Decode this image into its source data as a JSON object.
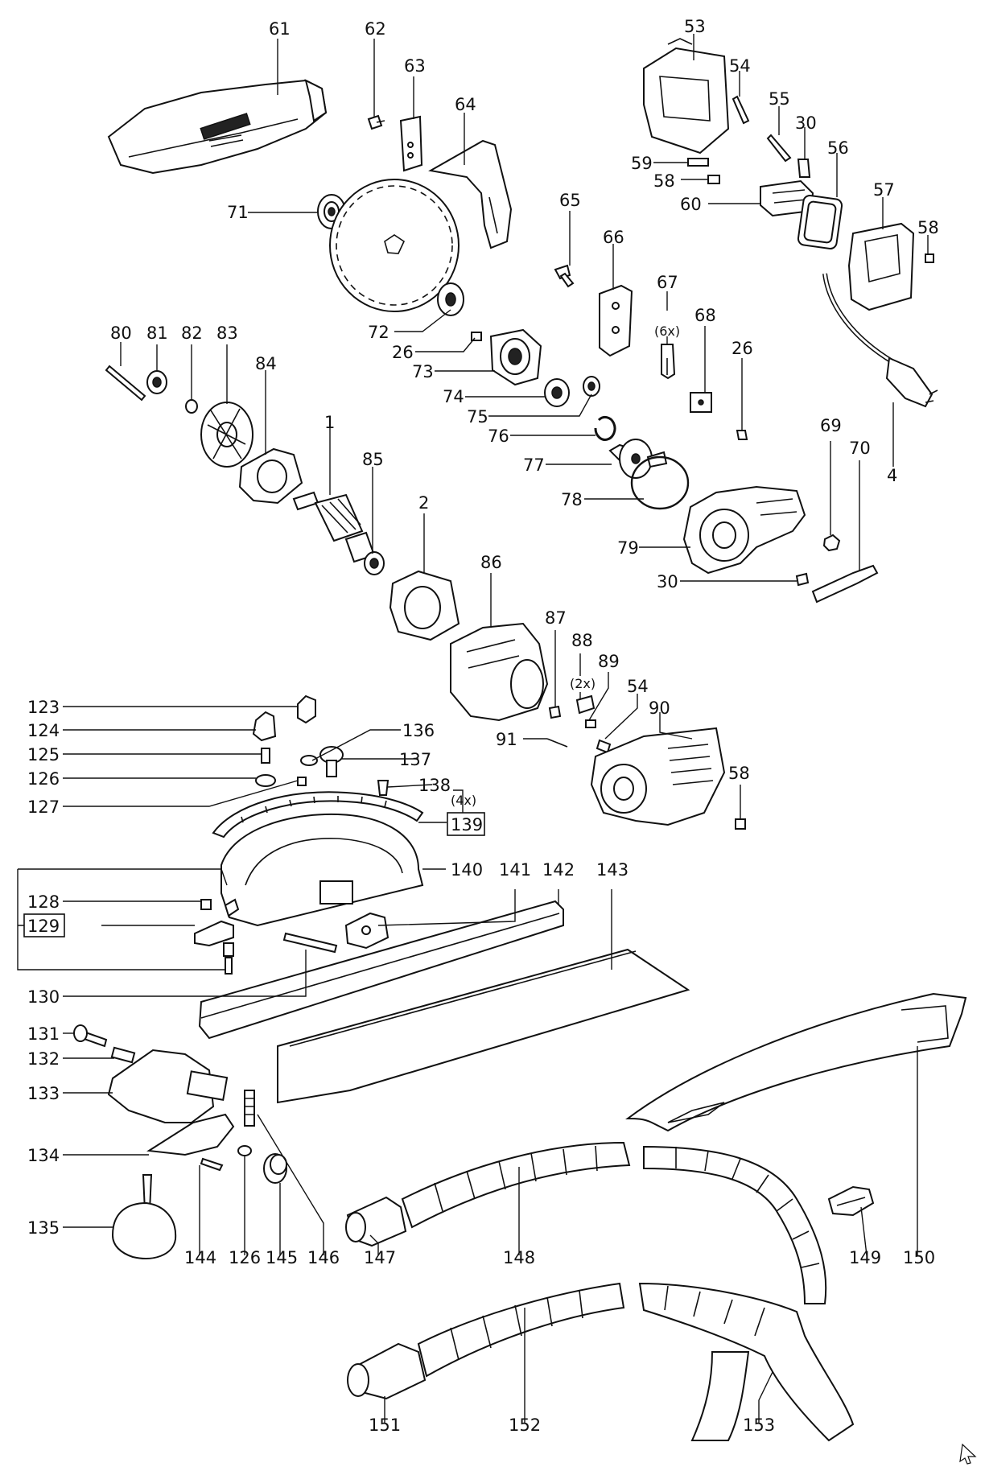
{
  "diagram": {
    "labels": {
      "l61": "61",
      "l62": "62",
      "l63": "63",
      "l64": "64",
      "l71": "71",
      "l72": "72",
      "l53": "53",
      "l54a": "54",
      "l55": "55",
      "l30a": "30",
      "l56": "56",
      "l57": "57",
      "l58a": "58",
      "l58b": "58",
      "l59": "59",
      "l60": "60",
      "l65": "65",
      "l66": "66",
      "l67": "67",
      "q67": "(6x)",
      "l68": "68",
      "l26a": "26",
      "l26b": "26",
      "l80": "80",
      "l81": "81",
      "l82": "82",
      "l83": "83",
      "l84": "84",
      "l1": "1",
      "l85": "85",
      "l2": "2",
      "l73": "73",
      "l74": "74",
      "l75": "75",
      "l76": "76",
      "l77": "77",
      "l78": "78",
      "l79": "79",
      "l69": "69",
      "l70": "70",
      "l4": "4",
      "l30b": "30",
      "l86": "86",
      "l87": "87",
      "l88": "88",
      "q88": "(2x)",
      "l89": "89",
      "l54b": "54",
      "l90": "90",
      "l91": "91",
      "l58c": "58",
      "l123": "123",
      "l124": "124",
      "l125": "125",
      "l126a": "126",
      "l127": "127",
      "l136": "136",
      "l137": "137",
      "l138": "138",
      "q138": "(4x)",
      "l139": "139",
      "l140": "140",
      "l141": "141",
      "l142": "142",
      "l143": "143",
      "l128": "128",
      "l129": "129",
      "l130": "130",
      "l131": "131",
      "l132": "132",
      "l133": "133",
      "l134": "134",
      "l135": "135",
      "l144": "144",
      "l126b": "126",
      "l145": "145",
      "l146": "146",
      "l147": "147",
      "l148": "148",
      "l149": "149",
      "l150": "150",
      "l151": "151",
      "l152": "152",
      "l153": "153"
    }
  },
  "icons": {
    "cursor": "cursor-arrow-icon"
  }
}
